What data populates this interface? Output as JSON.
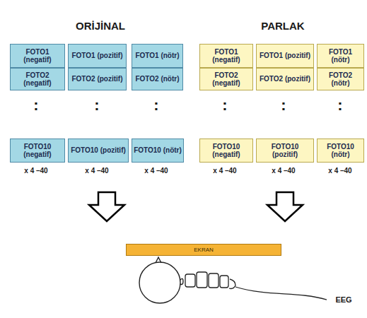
{
  "diagram": {
    "nodes": [
      {
        "text": [
          "FOTO1 (negatif)"
        ]
      },
      {
        "text": [
          "FOTO2 (negatif)"
        ]
      },
      {
        "text": [
          "FOTO10 (negatif)"
        ]
      },
      {
        "text": [
          "FOTO1 (pozitif)"
        ]
      },
      {
        "text": [
          "FOTO2 (pozitif)"
        ]
      },
      {
        "text": [
          "FOTO10 (pozitif)"
        ]
      },
      {
        "text": [
          "FOTO1 (nötr)"
        ]
      },
      {
        "text": [
          "FOTO2 (nötr)"
        ]
      },
      {
        "text": [
          "FOTO10 (nötr)"
        ]
      },
      {
        "text": [
          "FOTO1 (negatif)"
        ]
      },
      {
        "text": [
          "FOTO2 (negatif)"
        ]
      },
      {
        "text": [
          "FOTO10 (negatif)"
        ]
      },
      {
        "text": [
          "FOTO1 (pozitif)"
        ]
      },
      {
        "text": [
          "FOTO2 (pozitif)"
        ]
      },
      {
        "text": [
          "FOTO10 (pozitif)"
        ]
      },
      {
        "text": [
          "FOTO1 (nötr)"
        ]
      },
      {
        "text": [
          "FOTO2 (nötr)"
        ]
      },
      {
        "text": [
          "FOTO10 (nötr)"
        ]
      },
      {
        "text": [
          "EKRAN"
        ]
      }
    ],
    "labels": [
      "ORİJİNAL",
      "PARLAK",
      ":",
      ":",
      ":",
      ":",
      ":",
      ":",
      "x 4 –40",
      "x 4 –40",
      "x 4 –40",
      "x 4 –40",
      "x 4 –40",
      "x 4 –40",
      "EEG"
    ]
  }
}
